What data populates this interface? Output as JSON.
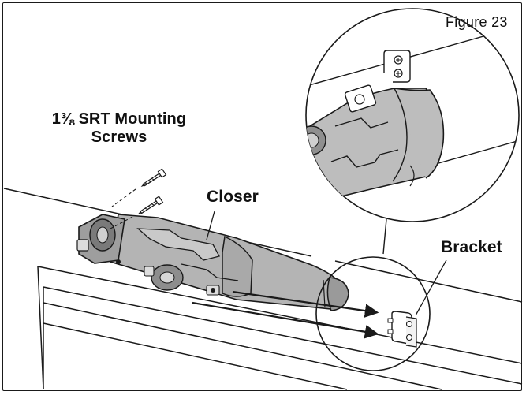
{
  "figure_label": "Figure 23",
  "callouts": {
    "screws_line1": "1⅜ SRT Mounting",
    "screws_line2": "Screws",
    "closer": "Closer",
    "bracket": "Bracket"
  },
  "colors": {
    "closer_body": "#b4b4b4",
    "line": "#1a1a1a",
    "background": "#ffffff"
  }
}
